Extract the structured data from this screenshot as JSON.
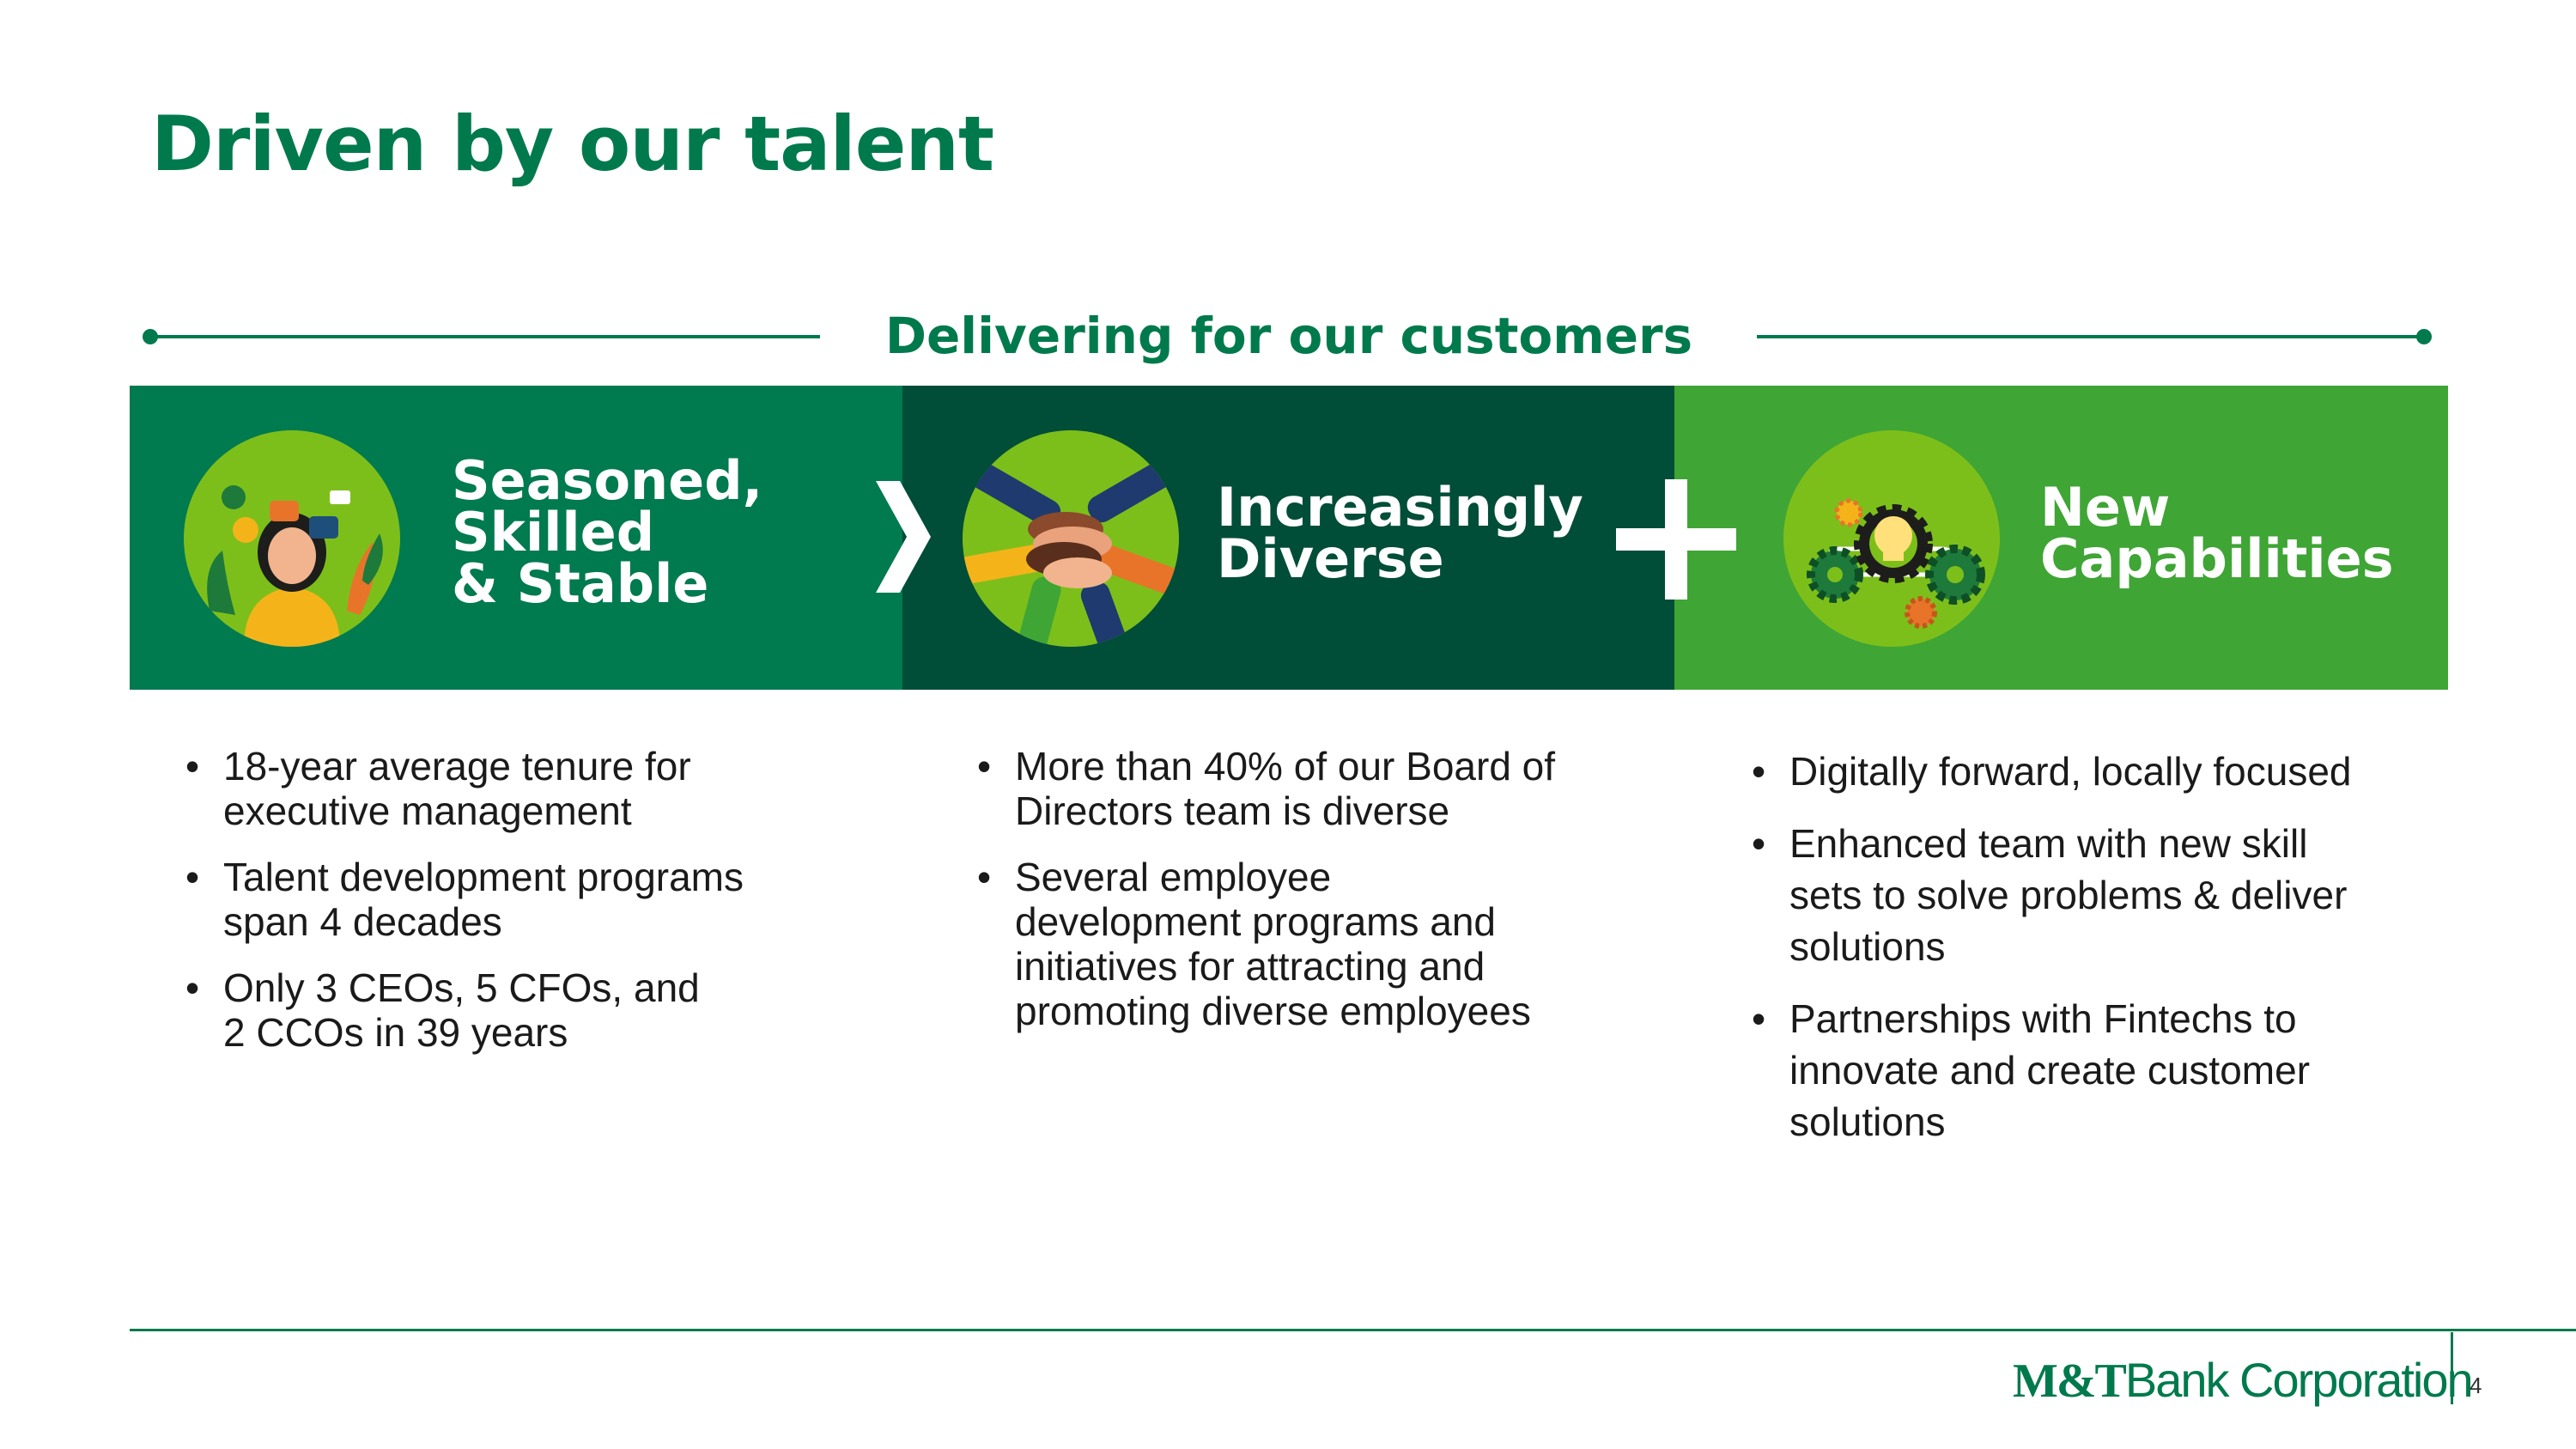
{
  "slide": {
    "title": "Driven by our talent",
    "subtitle": "Delivering for our customers",
    "page_number": "4"
  },
  "colors": {
    "brand_green": "#007A4D",
    "band_1": "#007A4F",
    "band_2": "#004D38",
    "band_3": "#3FA535",
    "circle_bg": "#7DBF1A"
  },
  "icons": {
    "band_1": "professional-woman-illustration",
    "band_2": "stacked-hands-illustration",
    "band_3": "gears-lightbulb-illustration",
    "connector_1": "chevron-right-icon",
    "connector_2": "plus-icon"
  },
  "columns": [
    {
      "heading": "Seasoned,\nSkilled\n& Stable",
      "bullets": [
        "18-year average tenure for\nexecutive management",
        "Talent development programs\nspan 4 decades",
        "Only 3 CEOs, 5 CFOs, and\n2 CCOs in 39 years"
      ]
    },
    {
      "heading": "Increasingly\nDiverse",
      "bullets": [
        "More than 40% of our Board of\nDirectors team is diverse",
        "Several employee\ndevelopment programs and\ninitiatives for attracting and\npromoting diverse employees"
      ]
    },
    {
      "heading": "New\nCapabilities",
      "bullets": [
        "Digitally forward, locally focused",
        "Enhanced team with new skill\nsets to solve problems & deliver\nsolutions",
        "Partnerships with Fintechs to\ninnovate and create customer\nsolutions"
      ]
    }
  ],
  "footer": {
    "logo_mark": "M&T",
    "logo_text": "Bank Corporation"
  }
}
